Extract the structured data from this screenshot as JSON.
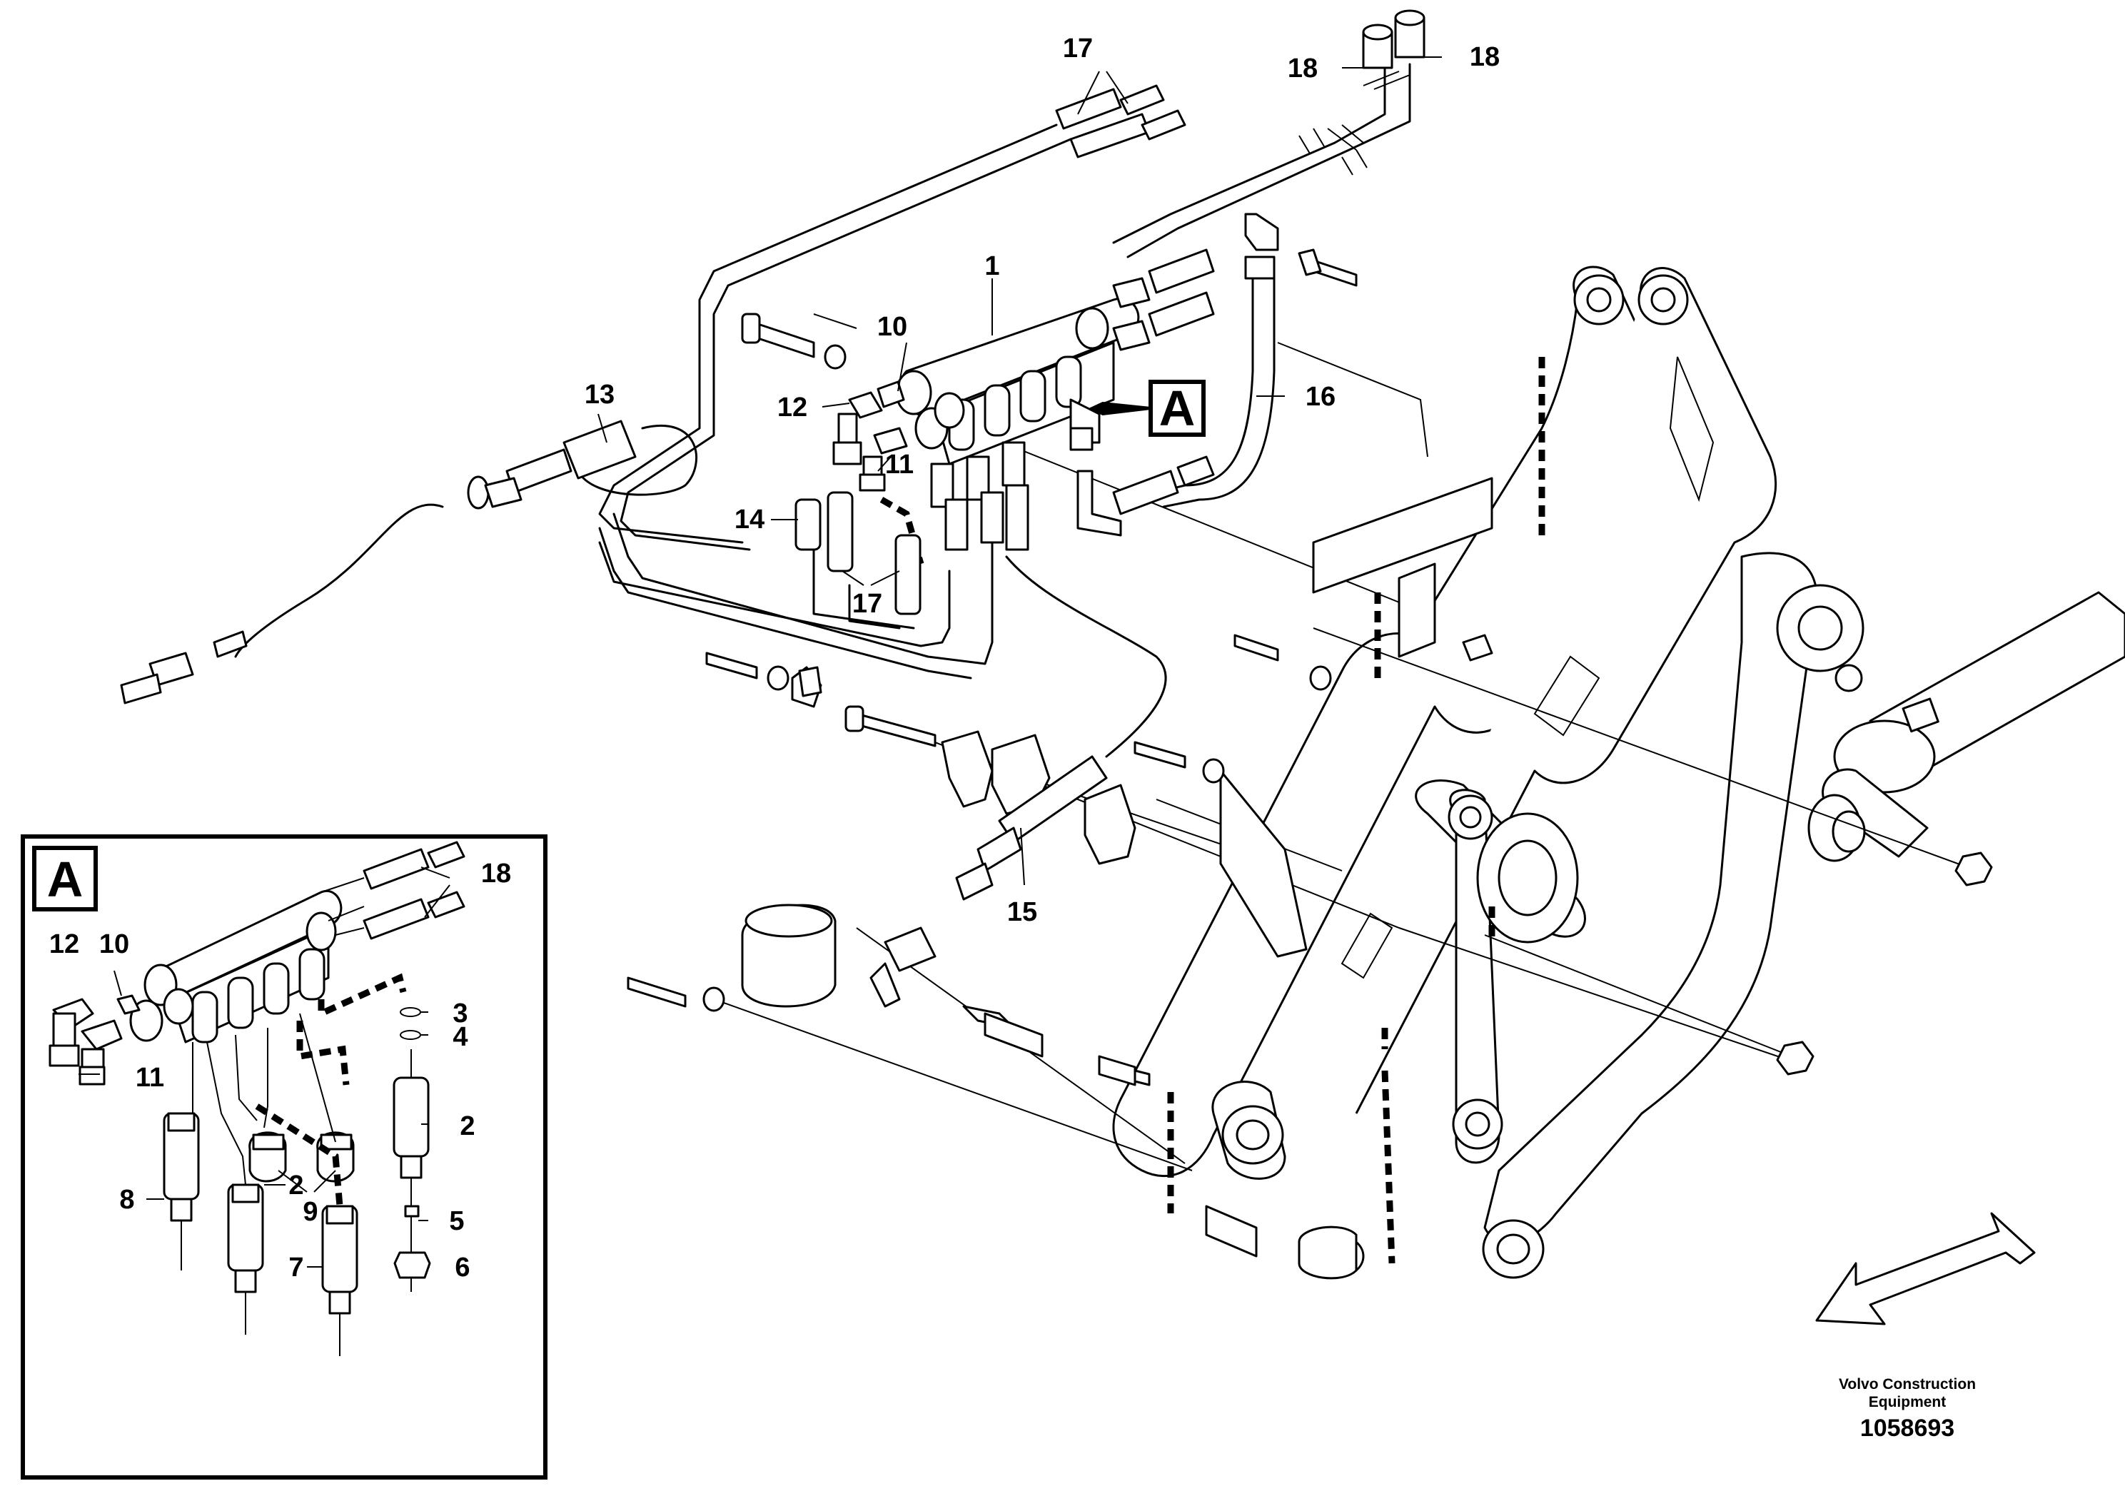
{
  "callouts": {
    "c1": "1",
    "c10": "10",
    "c11": "11",
    "c12": "12",
    "c13": "13",
    "c14": "14",
    "c15": "15",
    "c16": "16",
    "c17": "17",
    "c18": "18"
  },
  "detail": {
    "label": "A",
    "callouts": {
      "c2": "2",
      "c3": "3",
      "c4": "4",
      "c5": "5",
      "c6": "6",
      "c7": "7",
      "c8": "8",
      "c9": "9",
      "c10": "10",
      "c11": "11",
      "c12": "12",
      "c18": "18"
    }
  },
  "view_marker": "A",
  "footer": {
    "brand_line1": "Volvo Construction",
    "brand_line2": "Equipment",
    "doc_number": "1058693"
  }
}
